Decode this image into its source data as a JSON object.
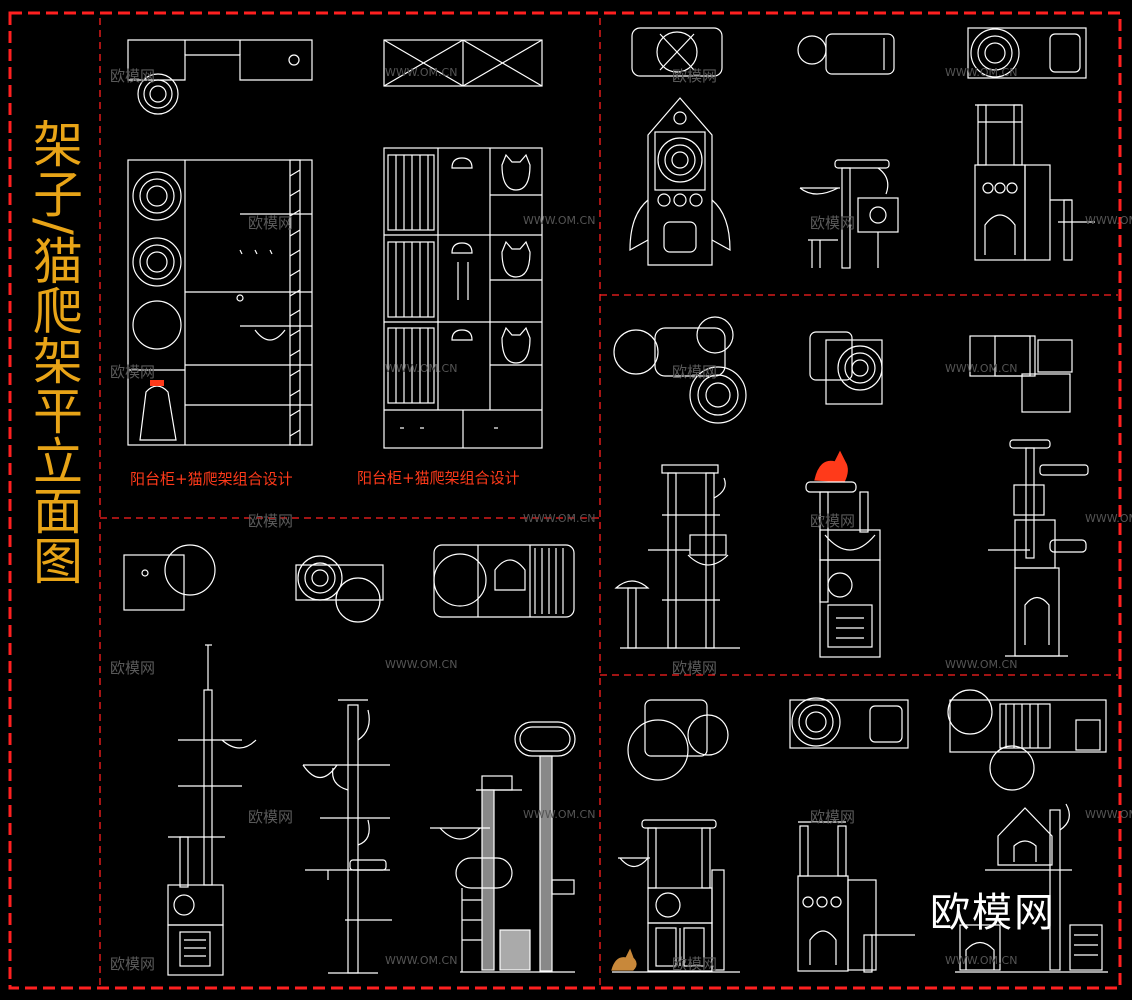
{
  "title": "架子/猫爬架平立面图",
  "captions": [
    "阳台柜+猫爬架组合设计",
    "阳台柜+猫爬架组合设计"
  ],
  "watermark": {
    "brand": "欧模网",
    "url": "WWW.OM.CN"
  },
  "colors": {
    "background": "#000000",
    "frame": "#ff2020",
    "line": "#ffffff",
    "title": "#e8a417",
    "caption": "#ff3a1a",
    "accent": "#ff3a1a"
  }
}
